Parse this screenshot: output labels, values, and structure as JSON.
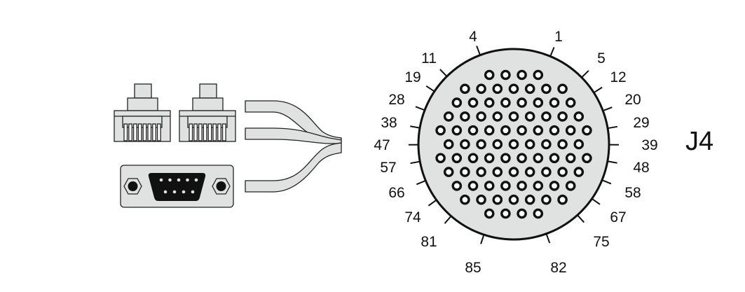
{
  "connector": {
    "name": "J4",
    "pin_count": 85,
    "row_counts": [
      4,
      7,
      8,
      9,
      10,
      9,
      10,
      9,
      8,
      7,
      4
    ],
    "face_color": "#e0e1e1",
    "pin_labels": [
      {
        "text": "1",
        "side": "top-right"
      },
      {
        "text": "4",
        "side": "top-left"
      },
      {
        "text": "11",
        "side": "left"
      },
      {
        "text": "5",
        "side": "right"
      },
      {
        "text": "19",
        "side": "left"
      },
      {
        "text": "12",
        "side": "right"
      },
      {
        "text": "28",
        "side": "left"
      },
      {
        "text": "20",
        "side": "right"
      },
      {
        "text": "38",
        "side": "left"
      },
      {
        "text": "29",
        "side": "right"
      },
      {
        "text": "47",
        "side": "left"
      },
      {
        "text": "39",
        "side": "right"
      },
      {
        "text": "57",
        "side": "left"
      },
      {
        "text": "48",
        "side": "right"
      },
      {
        "text": "66",
        "side": "left"
      },
      {
        "text": "58",
        "side": "right"
      },
      {
        "text": "74",
        "side": "left"
      },
      {
        "text": "67",
        "side": "right"
      },
      {
        "text": "81",
        "side": "left"
      },
      {
        "text": "75",
        "side": "right"
      },
      {
        "text": "85",
        "side": "bottom-left"
      },
      {
        "text": "82",
        "side": "bottom-right"
      }
    ]
  },
  "cable_ends": [
    "rj45-plug",
    "rj45-plug",
    "db9-connector"
  ]
}
